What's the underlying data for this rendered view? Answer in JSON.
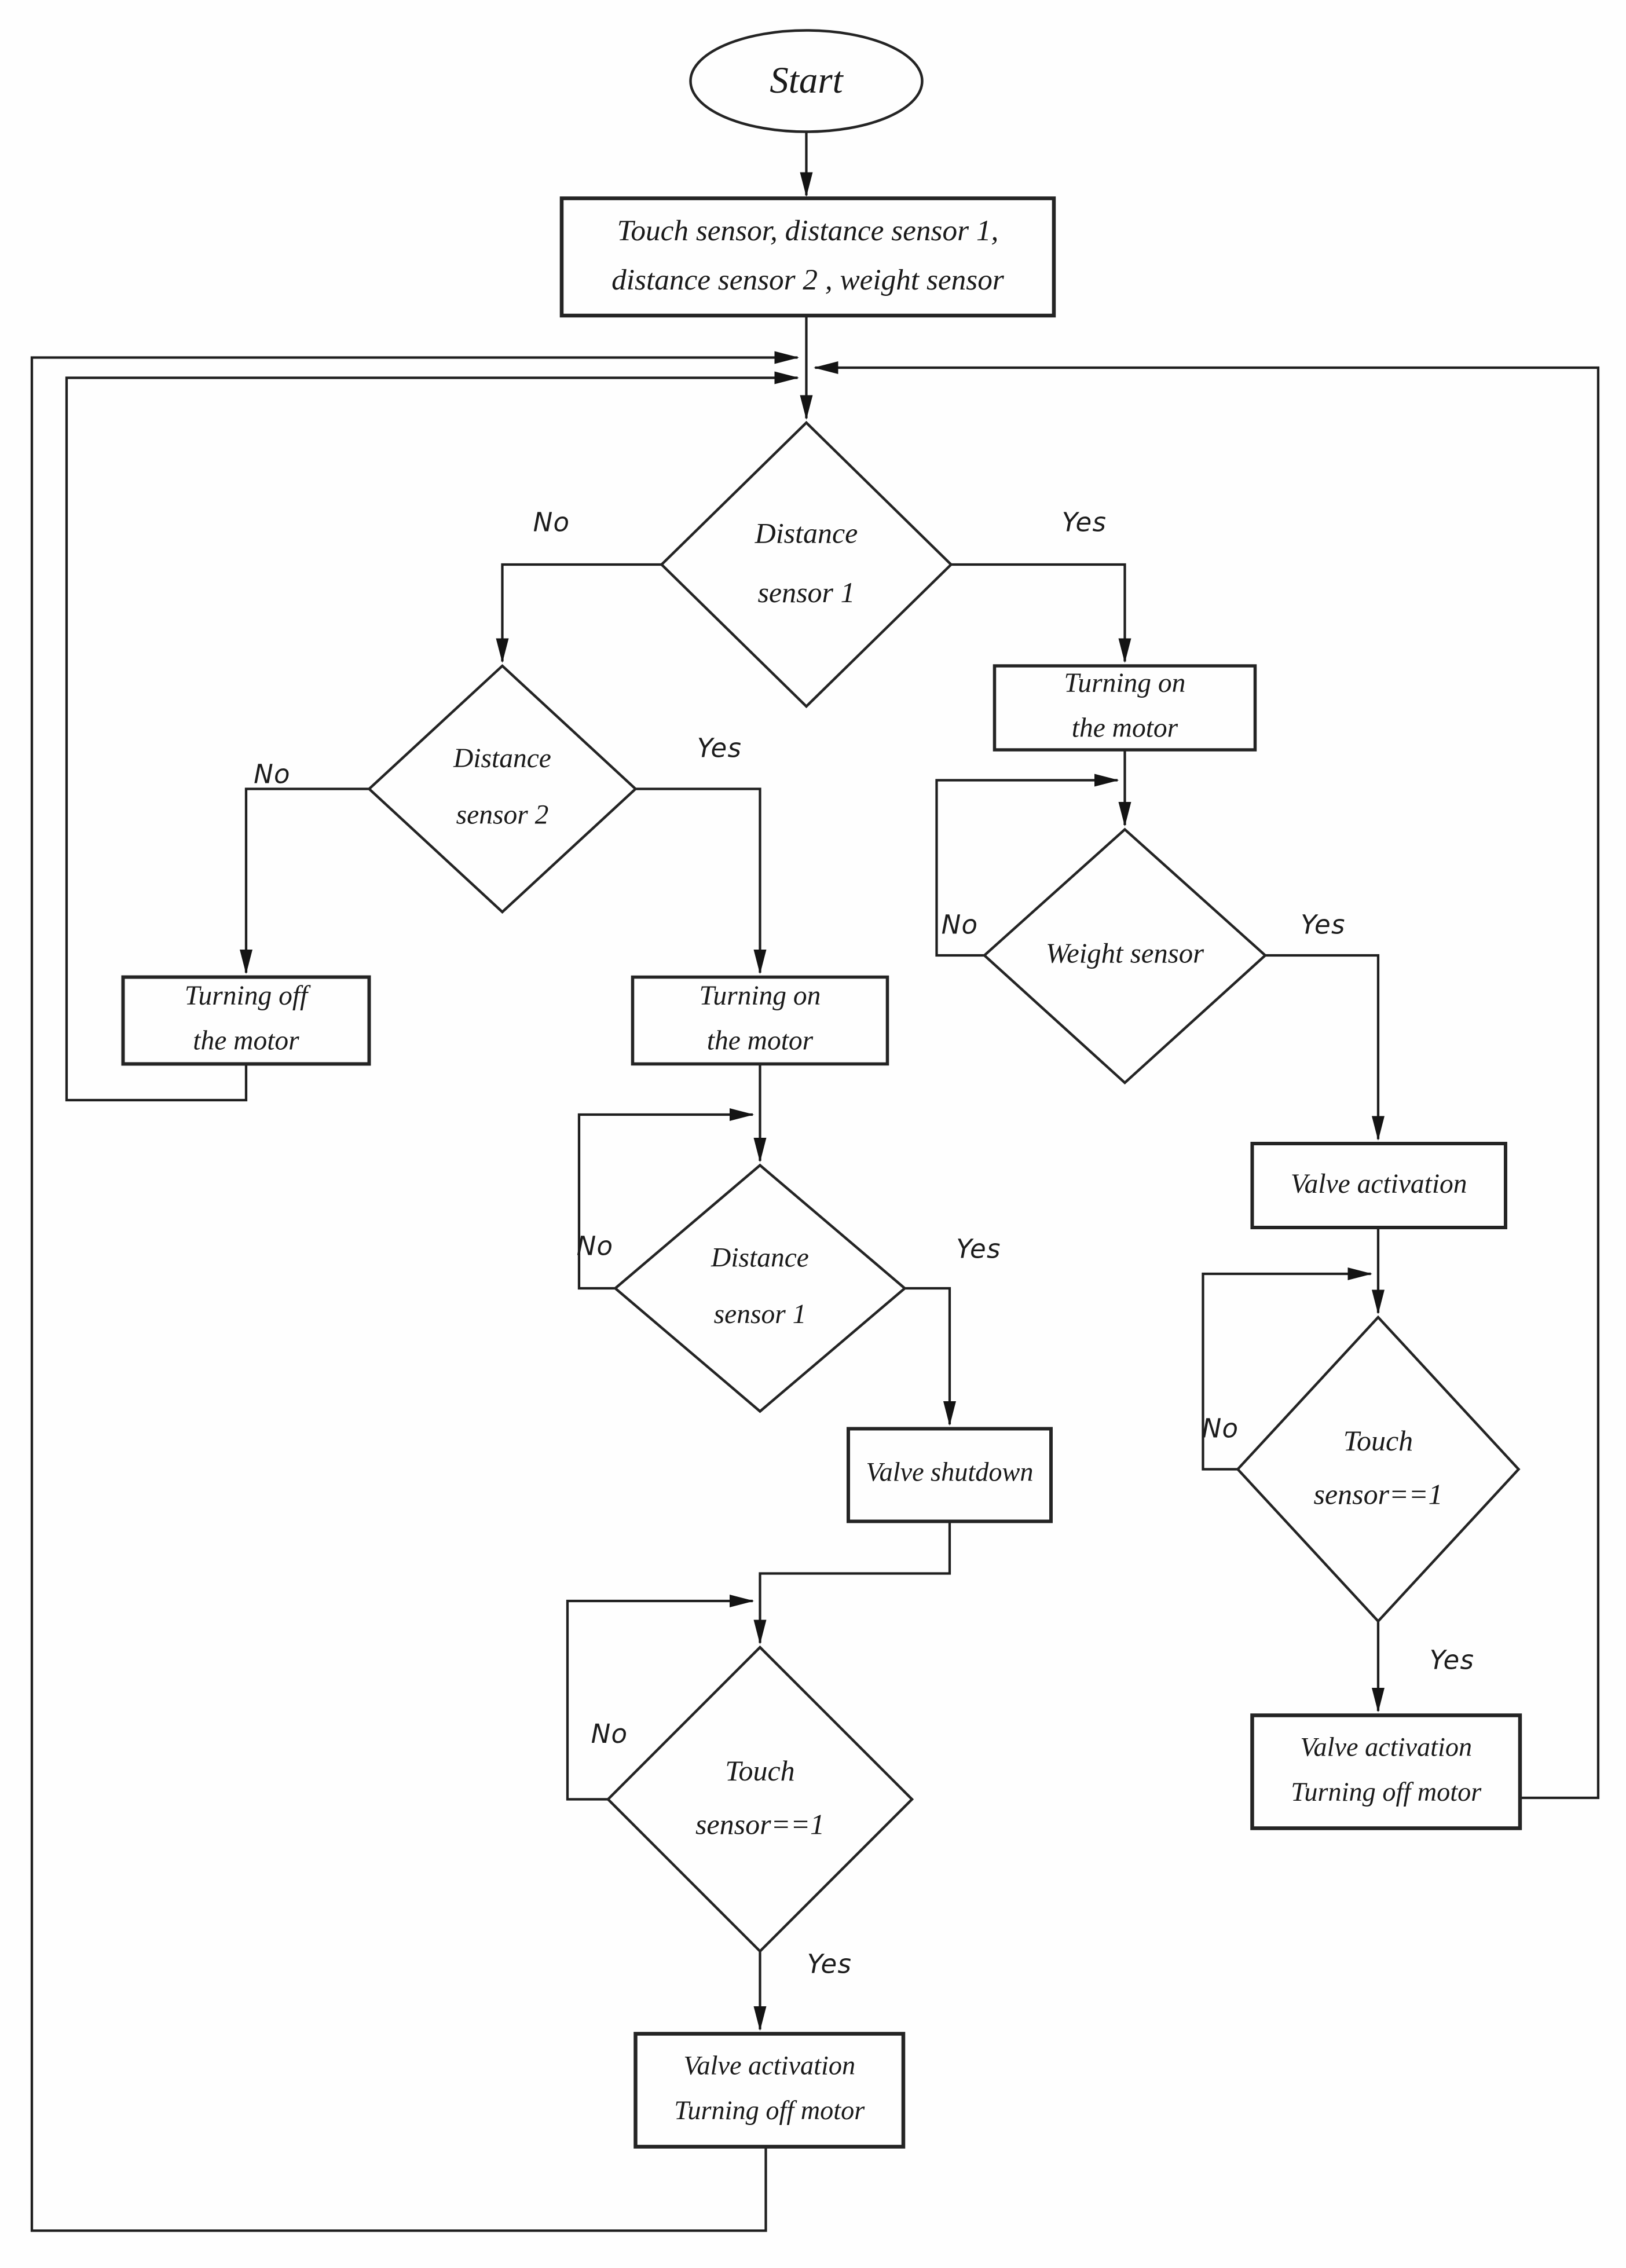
{
  "diagram": {
    "start": {
      "label": "Start"
    },
    "processes": {
      "init": {
        "lines": [
          "Touch sensor, distance sensor 1,",
          "distance sensor 2 , weight sensor"
        ]
      },
      "turn_on_motor_right": {
        "lines": [
          "Turning on",
          "the motor"
        ]
      },
      "turn_on_motor_mid": {
        "lines": [
          "Turning on",
          "the motor"
        ]
      },
      "turn_off_motor": {
        "lines": [
          "Turning off",
          "the motor"
        ]
      },
      "valve_activation": {
        "lines": [
          "Valve activation"
        ]
      },
      "valve_shutdown": {
        "lines": [
          "Valve shutdown"
        ]
      },
      "valve_act_motor_off_right": {
        "lines": [
          "Valve activation",
          "Turning off motor"
        ]
      },
      "valve_act_motor_off_mid": {
        "lines": [
          "Valve activation",
          "Turning off motor"
        ]
      }
    },
    "decisions": {
      "distance1_top": {
        "lines": [
          "Distance",
          "sensor 1"
        ],
        "no": "No",
        "yes": "Yes"
      },
      "distance2": {
        "lines": [
          "Distance",
          "sensor 2"
        ],
        "no": "No",
        "yes": "Yes"
      },
      "weight": {
        "lines": [
          "Weight sensor"
        ],
        "no": "No",
        "yes": "Yes"
      },
      "distance1_mid": {
        "lines": [
          "Distance",
          "sensor 1"
        ],
        "no": "No",
        "yes": "Yes"
      },
      "touch_right": {
        "lines": [
          "Touch",
          "sensor==1"
        ],
        "no": "No",
        "yes": "Yes"
      },
      "touch_mid": {
        "lines": [
          "Touch",
          "sensor==1"
        ],
        "no": "No",
        "yes": "Yes"
      }
    },
    "colors": {
      "line": "#1f1f1f",
      "shape_fill": "#fefefe",
      "text": "#1a1a1a"
    }
  }
}
